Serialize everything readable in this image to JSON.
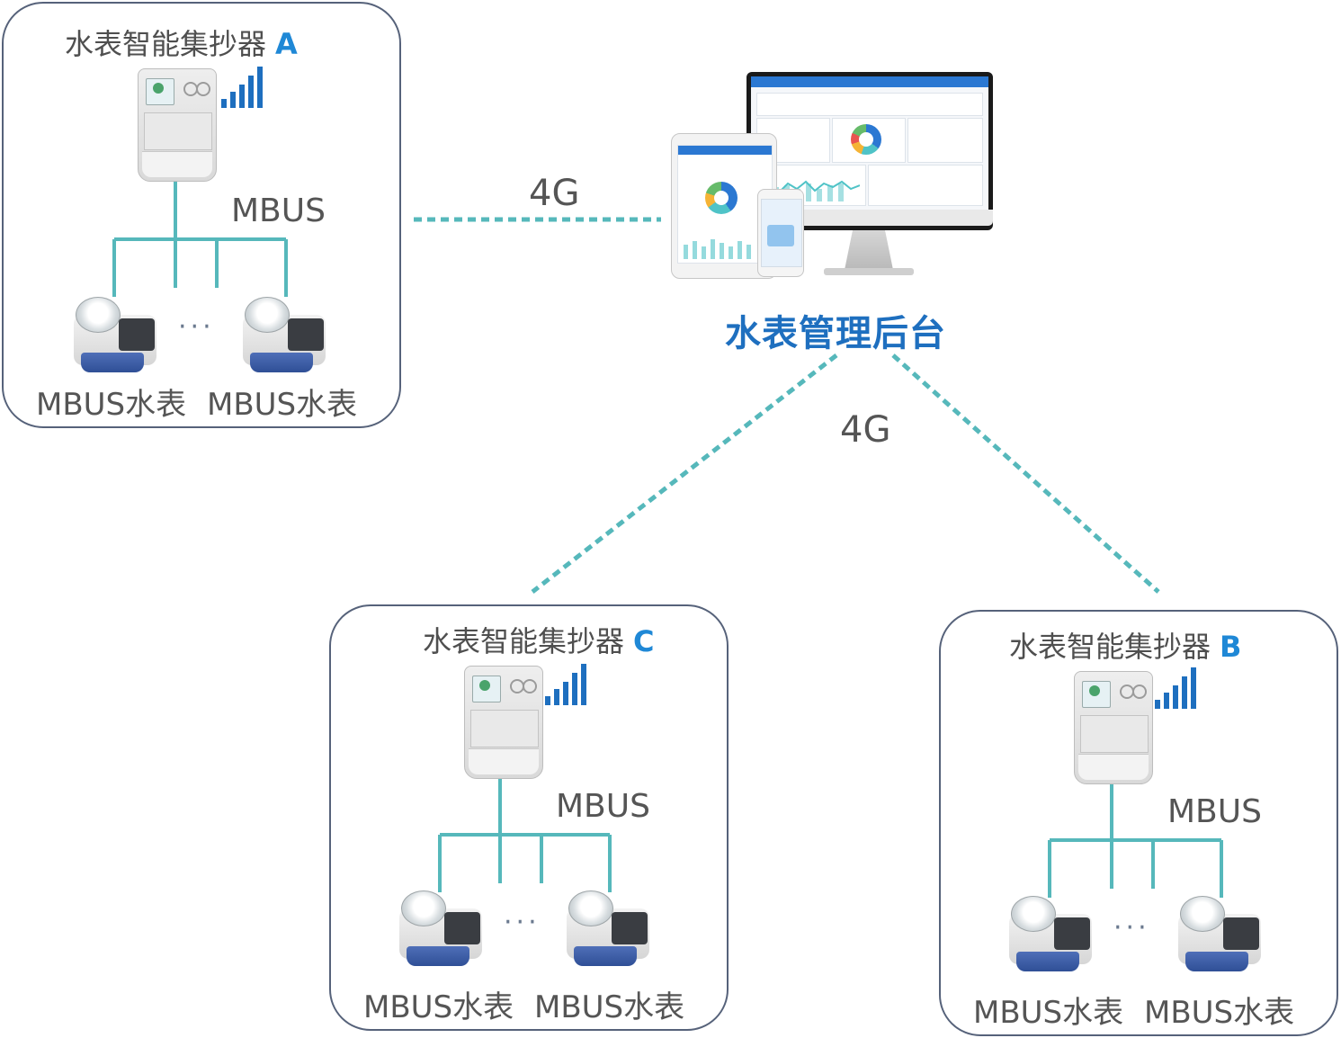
{
  "center": {
    "title": "水表管理后台",
    "link_label_top": "4G",
    "link_label_bottom": "4G"
  },
  "groups": [
    {
      "key": "A",
      "title": "水表智能集抄器",
      "letter": "A",
      "bus_label": "MBUS",
      "meters": [
        "MBUS水表",
        "MBUS水表"
      ],
      "ellipsis": "···"
    },
    {
      "key": "C",
      "title": "水表智能集抄器",
      "letter": "C",
      "bus_label": "MBUS",
      "meters": [
        "MBUS水表",
        "MBUS水表"
      ],
      "ellipsis": "···"
    },
    {
      "key": "B",
      "title": "水表智能集抄器",
      "letter": "B",
      "bus_label": "MBUS",
      "meters": [
        "MBUS水表",
        "MBUS水表"
      ],
      "ellipsis": "···"
    }
  ],
  "colors": {
    "link_teal": "#56b8bb",
    "group_border": "#56627a",
    "accent_blue": "#1e6fbf",
    "letter_blue": "#1f88d6"
  },
  "icons": {
    "concentrator": "concentrator-device-icon",
    "signal": "signal-strength-icon",
    "water_meter": "water-meter-icon",
    "platform": "monitor-tablet-phone-icon"
  }
}
